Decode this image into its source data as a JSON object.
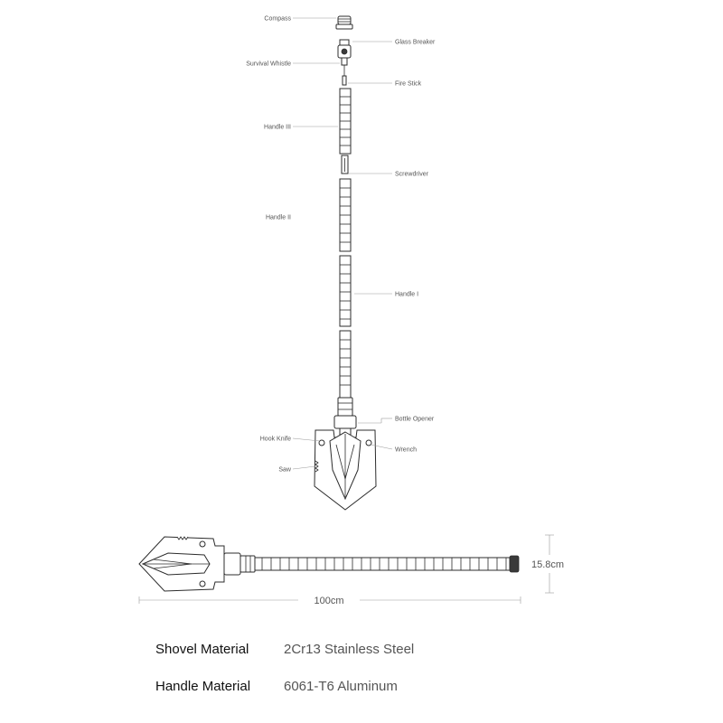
{
  "labels": {
    "compass": "Compass",
    "glass_breaker": "Glass Breaker",
    "survival_whistle": "Survival Whistle",
    "fire_stick": "Fire Stick",
    "handle_3": "Handle III",
    "screwdriver": "Screwdriver",
    "handle_2": "Handle II",
    "handle_1": "Handle I",
    "bottle_opener": "Bottle Opener",
    "hook_knife": "Hook Knife",
    "wrench": "Wrench",
    "saw": "Saw"
  },
  "dimensions": {
    "height": "15.8cm",
    "length": "100cm"
  },
  "specs": {
    "shovel_label": "Shovel Material",
    "shovel_value": "2Cr13 Stainless Steel",
    "handle_label": "Handle Material",
    "handle_value": "6061-T6 Aluminum"
  },
  "colors": {
    "line": "#2c2c2c",
    "text": "#555555"
  }
}
